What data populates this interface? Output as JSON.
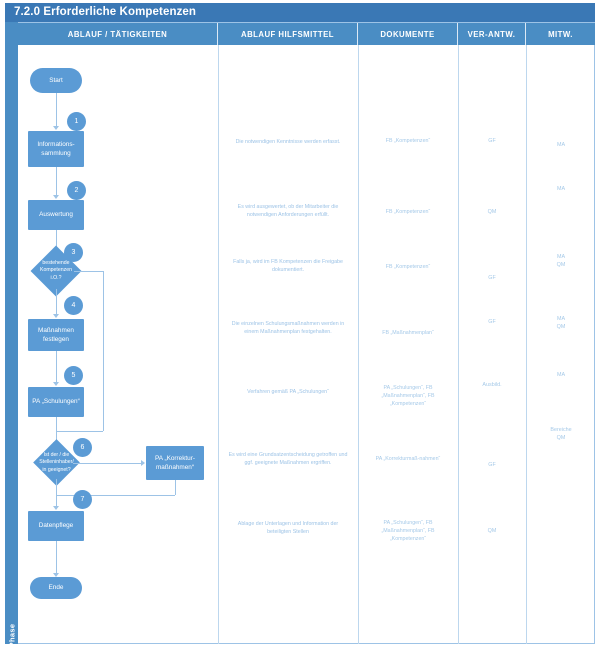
{
  "title": "7.2.0 Erforderliche Kompetenzen",
  "phase_label": "Phase",
  "colors": {
    "header_blue": "#4a8dc4",
    "title_blue": "#3a78b5",
    "shape_blue": "#5b9bd5",
    "line_blue": "#9dc3e6",
    "text_blue": "#a5c9e8"
  },
  "columns": [
    {
      "label": "ABLAUF / TÄTIGKEITEN"
    },
    {
      "label": "ABLAUF HILFSMITTEL"
    },
    {
      "label": "DOKUMENTE"
    },
    {
      "label": "VER-ANTW."
    },
    {
      "label": "MITW."
    }
  ],
  "flow": {
    "start": "Start",
    "end": "Ende",
    "nodes": [
      {
        "num": "1",
        "label": "Informations-\nsammlung",
        "type": "process"
      },
      {
        "num": "2",
        "label": "Auswertung",
        "type": "process"
      },
      {
        "num": "3",
        "label": "bestehende\nKompetenzen\ni.O.?",
        "type": "decision"
      },
      {
        "num": "4",
        "label": "Maßnahmen\nfestlegen",
        "type": "process"
      },
      {
        "num": "5",
        "label": "PA „Schulungen“",
        "type": "process"
      },
      {
        "num": "6",
        "label": "Ist der / die\nStelleninhaber/\nin geeignet?",
        "type": "decision"
      },
      {
        "num": "7",
        "label": "Datenpflege",
        "type": "process"
      }
    ],
    "side_node": {
      "label": "PA „Korrektur-\nmaßnahmen“",
      "type": "process"
    }
  },
  "rows": [
    {
      "hilfsmittel": "Die notwendigen Kenntnisse werden erfasst.",
      "dokumente": "FB „Kompetenzen“",
      "verantw": "GF",
      "mitw": "MA"
    },
    {
      "hilfsmittel": "Es wird ausgewertet, ob der Mitarbeiter die notwendigen Anforderungen erfüllt.",
      "dokumente": "FB „Kompetenzen“",
      "verantw": "QM",
      "mitw": "MA"
    },
    {
      "hilfsmittel": "Falls ja, wird im FB Kompetenzen die Freigabe dokumentiert.",
      "dokumente": "FB „Kompetenzen“",
      "verantw": "GF",
      "mitw": "MA\nQM"
    },
    {
      "hilfsmittel": "Die einzelnen Schulungsmaßnahmen werden in einem Maßnahmenplan festgehalten.",
      "dokumente": "FB „Maßnahmenplan“",
      "verantw": "GF",
      "mitw": "MA\nQM"
    },
    {
      "hilfsmittel": "Verfahren gemäß PA „Schulungen“",
      "dokumente": "PA „Schulungen“, FB „Maßnahmenplan“, FB „Kompetenzen“",
      "verantw": "Ausbild.",
      "mitw": "MA"
    },
    {
      "hilfsmittel": "Es wird eine Grundsatzentscheidung getroffen und ggf. geeignete Maßnahmen ergriffen.",
      "dokumente": "PA „Korrekturmaß-nahmen“",
      "verantw": "GF",
      "mitw": "Bereiche\nQM"
    },
    {
      "hilfsmittel": "Ablage der Unterlagen und Information der beteiligten Stellen",
      "dokumente": "PA „Schulungen“, FB „Maßnahmenplan“, FB „Kompetenzen“",
      "verantw": "QM",
      "mitw": ""
    }
  ]
}
